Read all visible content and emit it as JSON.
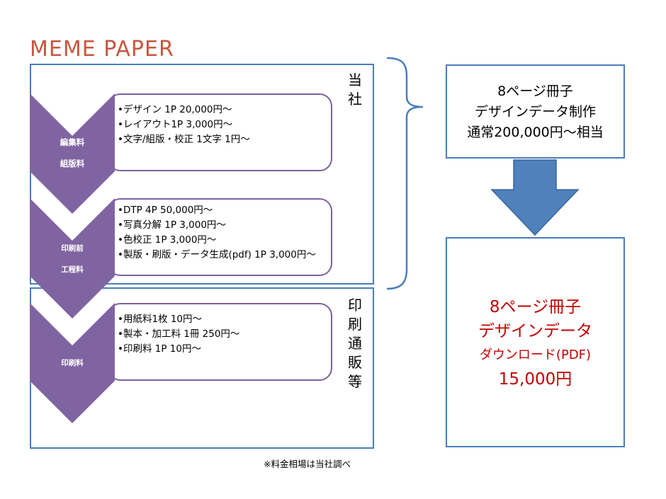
{
  "brand": "MEME PAPER",
  "company_label": [
    "当",
    "社"
  ],
  "print_label": [
    "印",
    "刷",
    "通",
    "販",
    "等"
  ],
  "colors": {
    "brand": "#C8573F",
    "box_border": "#4A7EBB",
    "chevron": "#8064A2",
    "detail_border": "#7D60A0",
    "arrow_fill": "#4F81BD",
    "highlight": "#C00000"
  },
  "stages": [
    {
      "label": [
        "編集料",
        "組版料"
      ],
      "items": [
        "•デザイン 1P 20,000円～",
        "•レイアウト1P 3,000円～",
        "•文字/組版・校正 1文字 1円～"
      ]
    },
    {
      "label": [
        "印刷前",
        "工程料"
      ],
      "items": [
        "•DTP 4P 50,000円～",
        "•写真分解 1P 3,000円～",
        "•色校正 1P 3,000円～",
        "•製版・刷版・データ生成(pdf) 1P 3,000円～"
      ]
    },
    {
      "label": [
        "印刷料"
      ],
      "items": [
        "•用紙料1枚 10円～",
        "•製本・加工料 1冊 250円～",
        "•印刷料 1P 10円～"
      ]
    }
  ],
  "result_top": [
    "8ページ冊子",
    "デザインデータ制作",
    "通常200,000円～相当"
  ],
  "result_bottom": {
    "line1": "8ページ冊子",
    "line2": "デザインデータ",
    "line3": "ダウンロード(PDF)",
    "line4": "15,000円"
  },
  "note": "※料金相場は当社調べ"
}
